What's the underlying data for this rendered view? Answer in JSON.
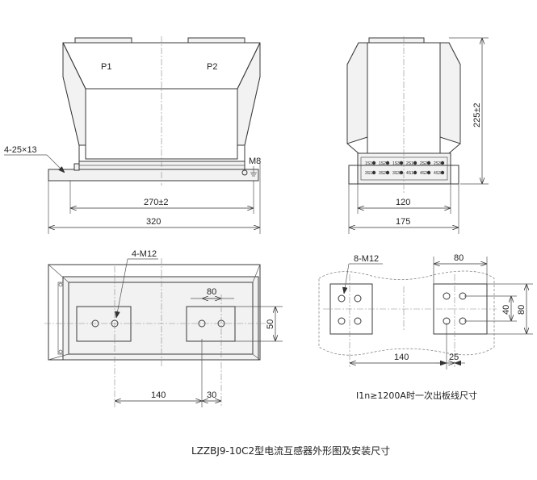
{
  "front_view": {
    "p1": "P1",
    "p2": "P2",
    "holes": "4-25×13",
    "ground_bolt": "M8",
    "dim_mount": "270±2",
    "dim_width": "320"
  },
  "side_view": {
    "height": "225±2",
    "dim_inner": "120",
    "dim_width": "175",
    "terminals_top": [
      "1S1",
      "1S2",
      "1S3",
      "2S1",
      "2S2",
      "2S3"
    ],
    "terminals_bottom": [
      "3S1",
      "3S2",
      "3S3",
      "4S1",
      "4S2",
      "4S3"
    ]
  },
  "top_view": {
    "bolts": "4-M12",
    "dim_80": "80",
    "dim_50": "50",
    "dim_140": "140",
    "dim_30": "30"
  },
  "busbar_view": {
    "bolts": "8-M12",
    "dim_80_top": "80",
    "dim_40": "40",
    "dim_80_side": "80",
    "dim_140": "140",
    "dim_25": "25",
    "caption": "I1n≥1200A时一次出板线尺寸"
  },
  "title": "LZZBJ9-10C2型电流互感器外形图及安装尺寸"
}
